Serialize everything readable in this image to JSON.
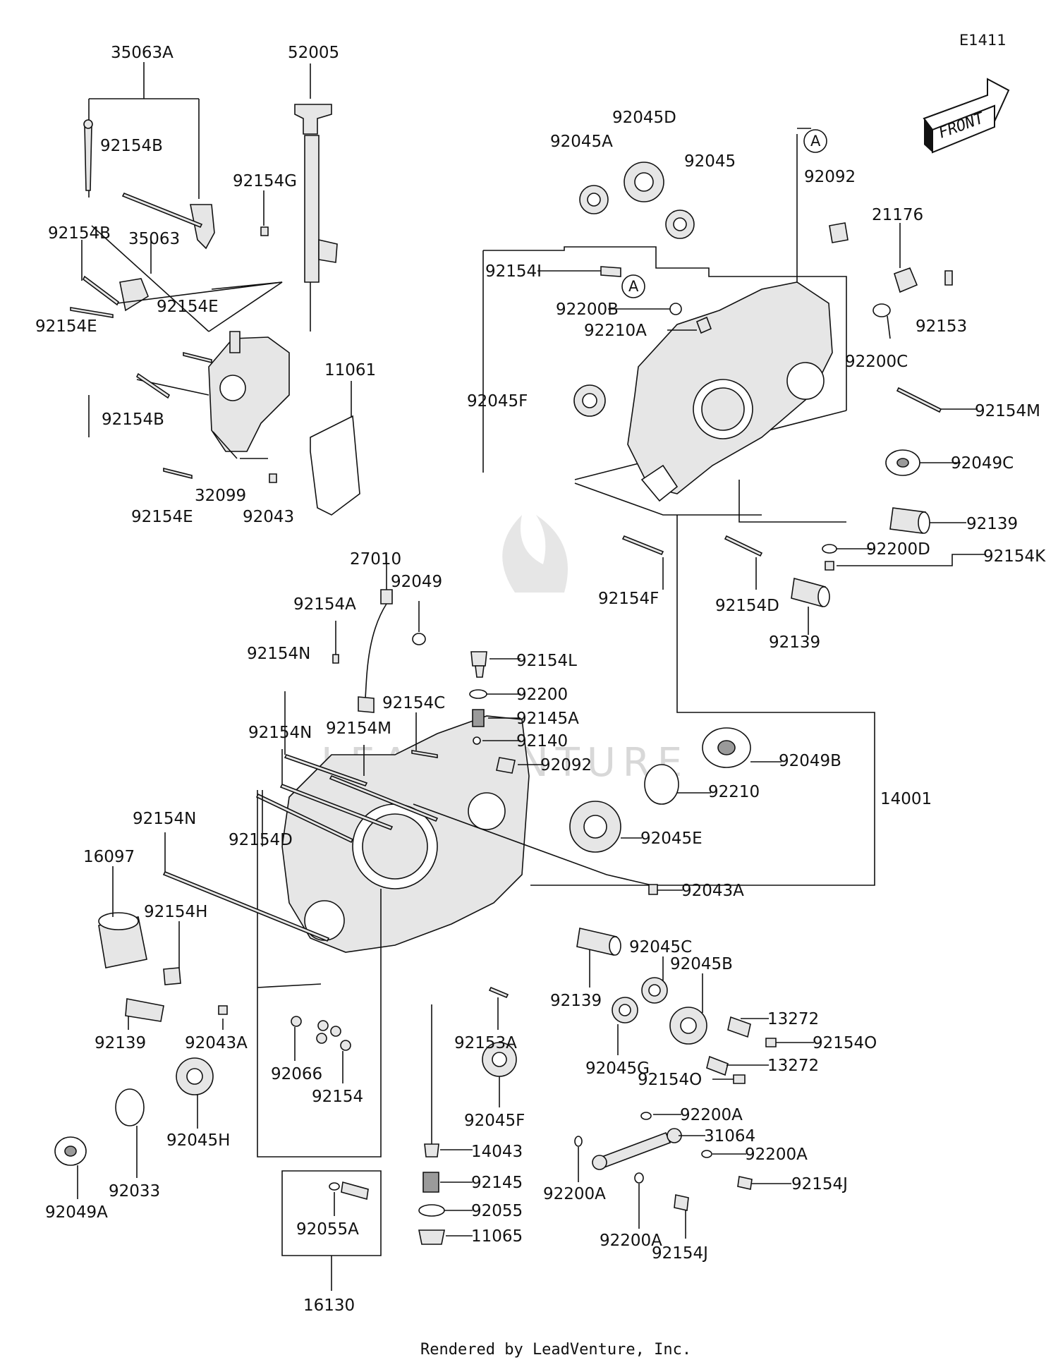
{
  "diagram_code": "E1411",
  "front_label": "FRONT",
  "watermark": "LEADVENTURE",
  "footer": "Rendered by LeadVenture, Inc.",
  "callout_A": "A",
  "labels": [
    "35063A",
    "52005",
    "92154B",
    "92154G",
    "92154B",
    "35063",
    "92154E",
    "92154E",
    "11061",
    "92154B",
    "32099",
    "92043",
    "92154E",
    "92045D",
    "92045A",
    "92045",
    "92092",
    "21176",
    "92153",
    "92154I",
    "92200B",
    "92210A",
    "92200C",
    "92045F",
    "92154M",
    "92049C",
    "92139",
    "92200D",
    "92154K",
    "92154F",
    "92154D",
    "92139",
    "27010",
    "92049",
    "92154A",
    "92154L",
    "92200",
    "92145A",
    "92140",
    "92092",
    "92154N",
    "92154C",
    "92154M",
    "92154N",
    "92049B",
    "92210",
    "14001",
    "92045E",
    "92154D",
    "92043A",
    "92154N",
    "16097",
    "92154H",
    "92139",
    "92043A",
    "92066",
    "92154",
    "92153A",
    "92045F",
    "92045C",
    "92045B",
    "92139",
    "13272",
    "92154O",
    "92045G",
    "13272",
    "92154O",
    "92200A",
    "31064",
    "92200A",
    "92154J",
    "92200A",
    "92200A",
    "92154J",
    "92045H",
    "92033",
    "92049A",
    "14043",
    "92145",
    "92055",
    "11065",
    "92055A",
    "16130"
  ]
}
